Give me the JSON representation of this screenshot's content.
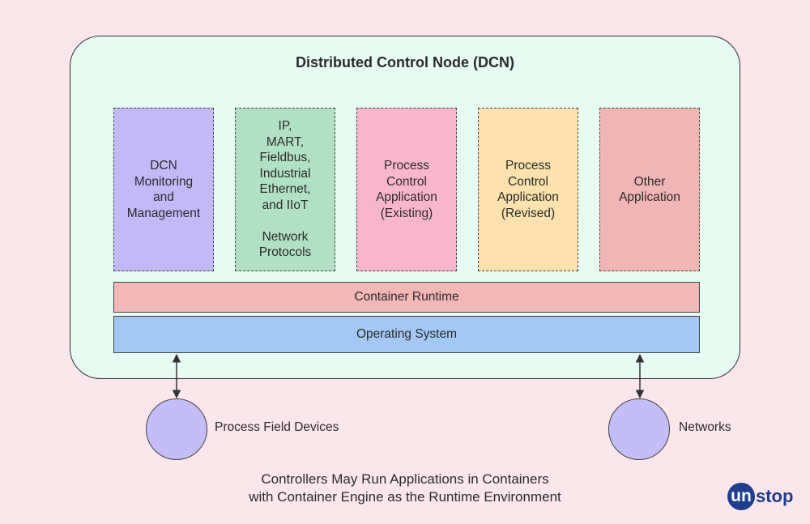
{
  "diagram": {
    "title": "Distributed Control Node (DCN)",
    "apps": [
      {
        "lines": [
          "DCN",
          "Monitoring",
          "and",
          "Management"
        ],
        "color": "#c4b9f7"
      },
      {
        "lines": [
          "IP,",
          "MART,",
          "Fieldbus,",
          "Industrial",
          "Ethernet,",
          "and IIoT"
        ],
        "lines2": [
          "Network",
          "Protocols"
        ],
        "color": "#b2e0c5"
      },
      {
        "lines": [
          "Process",
          "Control",
          "Application",
          "(Existing)"
        ],
        "color": "#f8b6cd"
      },
      {
        "lines": [
          "Process",
          "Control",
          "Application",
          "(Revised)"
        ],
        "color": "#fde1ae"
      },
      {
        "lines": [
          "Other",
          "Application"
        ],
        "color": "#f0b6b4"
      }
    ],
    "runtime_label": "Container Runtime",
    "os_label": "Operating System",
    "nodes": [
      {
        "label": "Process Field Devices"
      },
      {
        "label": "Networks"
      }
    ],
    "caption": [
      "Controllers May Run Applications in Containers",
      "with Container Engine as the Runtime Environment"
    ]
  },
  "logo": {
    "circle_text": "un",
    "rest_text": "stop",
    "color": "#1e3f8e"
  }
}
